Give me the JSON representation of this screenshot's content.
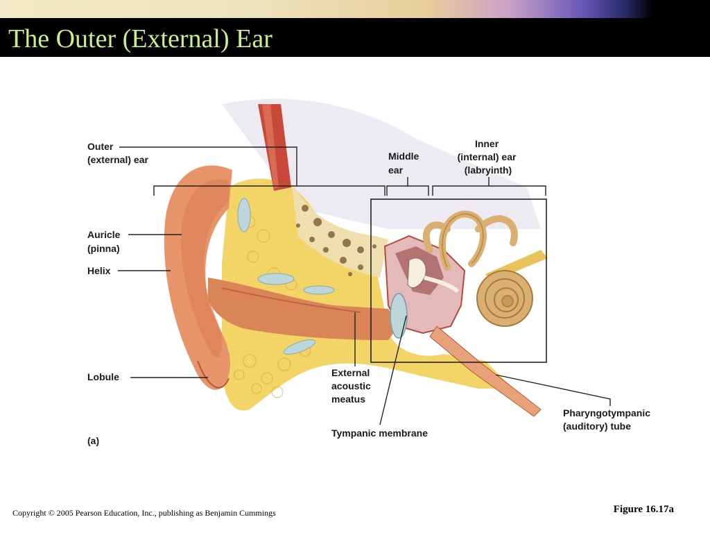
{
  "slide": {
    "title": "The Outer (External) Ear"
  },
  "diagram": {
    "labels": {
      "outer_ear": [
        "Outer",
        "(external) ear"
      ],
      "middle_ear": [
        "Middle",
        "ear"
      ],
      "inner_ear": [
        "Inner",
        "(internal) ear",
        "(labryinth)"
      ],
      "auricle": [
        "Auricle",
        "(pinna)"
      ],
      "helix": "Helix",
      "lobule": "Lobule",
      "external_acoustic_meatus": [
        "External",
        "acoustic",
        "meatus"
      ],
      "tympanic_membrane": "Tympanic membrane",
      "pharyngotympanic_tube": [
        "Pharyngotympanic",
        "(auditory) tube"
      ],
      "panel": "(a)"
    },
    "colors": {
      "skin": "#e8946a",
      "skin_shadow": "#c8643c",
      "fat": "#f3d466",
      "bone": "#efdfae",
      "muscle": "#c8483a",
      "cochlea": "#d9b071",
      "canal_wall": "#b24a3a"
    }
  },
  "footer": {
    "copyright": "Copyright © 2005 Pearson Education, Inc., publishing as Benjamin Cummings",
    "figure": "Figure 16.17a"
  }
}
